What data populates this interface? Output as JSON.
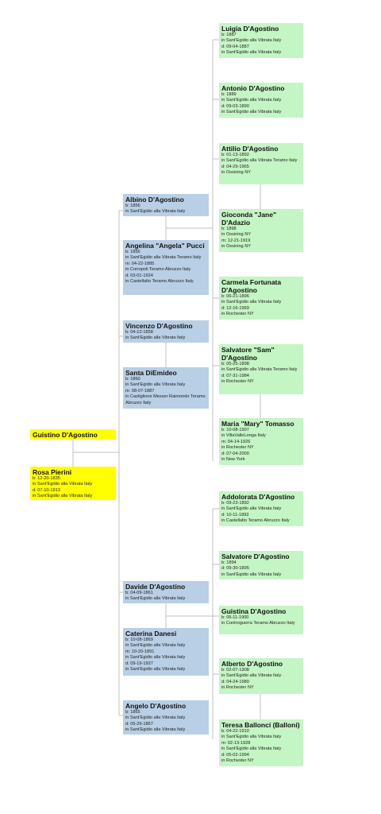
{
  "colors": {
    "root": "#ffff00",
    "children": "#b8cfe6",
    "grandchildren": "#c4f5c4",
    "lines": "#c0c0c0"
  },
  "root": {
    "father": {
      "name": "Guistino D'Agostino",
      "lines": []
    },
    "mother": {
      "name": "Rosa Pierini",
      "lines": [
        "b: 12-20-1835",
        "in Sant'Egidio alla Vibrata Italy",
        "d: 07-10-1913",
        "in Sant'Egidio alla Vibrata Italy"
      ]
    }
  },
  "children": [
    {
      "name": "Albino D'Agostino",
      "lines": [
        "b: 1856",
        "in Sant'Egidio alla Vibrata Italy"
      ]
    },
    {
      "name": "Angelina \"Angela\" Pucci",
      "lines": [
        "b: 1856",
        "in Sant'Egidio alla Vibrata Teramo Italy",
        "m: 04-22-1885",
        "in Corropoli Teramo Abruzzo Italy",
        "d: 03-01-1924",
        "in Castellalto Teramo Abruzzo Italy"
      ]
    },
    {
      "name": "Vincenzo D'Agostino",
      "lines": [
        "b: 04-12-1858",
        "in Sant'Egidio alla Vibrata Italy"
      ]
    },
    {
      "name": "Santa DiEmideo",
      "lines": [
        "b: 1860",
        "in Sant'Egidio alla Vibrata Italy",
        "m: 08-07-1887",
        "in Castiglione Messer Raimondo Teramo Abruzzo Italy"
      ]
    },
    {
      "name": "Davide D'Agostino",
      "lines": [
        "b: 04-09-1861",
        "in Sant'Egidio alla Vibrata Italy"
      ]
    },
    {
      "name": "Caterina Danesi",
      "lines": [
        "b: 10-08-1869",
        "in Sant'Egidio alla Vibrata Italy",
        "m: 10-20-1891",
        "in Sant'Egidio alla Vibrata Italy",
        "d: 09-19-1927",
        "in Sant'Egidio alla Vibrata Italy"
      ]
    },
    {
      "name": "Angelo D'Agostino",
      "lines": [
        "b: 1865",
        "in Sant'Egidio alla Vibrata Italy",
        "d: 05-29-1867",
        "in Sant'Egidio alla Vibrata Italy"
      ]
    }
  ],
  "grandchildren": [
    {
      "name": "Luigia D'Agostino",
      "lines": [
        "b: 1887",
        "in Sant'Egidio alla Vibrata Italy",
        "d: 09-04-1887",
        "in Sant'Egidio alla Vibrata Italy"
      ]
    },
    {
      "name": "Antonio D'Agostino",
      "lines": [
        "b: 1889",
        "in Sant'Egidio alla Vibrata Italy",
        "d: 09-03-1890",
        "in Sant'Egidio alla Vibrata Italy"
      ]
    },
    {
      "name": "Attilio D'Agostino",
      "lines": [
        "b: 01-13-1892",
        "in Sant'Egidio alla Vibrata Teramo Italy",
        "d: 04-29-1965",
        "in Ossining NY"
      ]
    },
    {
      "name": "Gioconda \"Jane\" D'Adazio",
      "lines": [
        "b: 1898",
        "in Ossining NY",
        "m: 12-21-1919",
        "in Ossining NY"
      ]
    },
    {
      "name": "Carmela Fortunata D'Agostino",
      "lines": [
        "b: 06-21-1896",
        "in Sant'Egidio alla Vibrata Italy",
        "d: 12-16-1969",
        "in Rochester NY"
      ]
    },
    {
      "name": "Salvatore \"Sam\" D'Agostino",
      "lines": [
        "b: 05-25-1898",
        "in Sant'Egidio alla Vibrata Teramo Italy",
        "d: 07-31-1984",
        "in Rochester NY"
      ]
    },
    {
      "name": "Maria \"Mary\" Tomasso",
      "lines": [
        "b: 10-08-1907",
        "in VillaValleLonga Italy",
        "m: 04-14-1926",
        "in Rochester NY",
        "d: 07-04-2000",
        "in New York"
      ]
    },
    {
      "name": "Addolorata D'Agostino",
      "lines": [
        "b: 09-23-1892",
        "in Sant'Egidio alla Vibrata Italy",
        "d: 10-11-1893",
        "in Castellalto Teramo Abruzzo Italy"
      ]
    },
    {
      "name": "Salvatore D'Agostino",
      "lines": [
        "b: 1894",
        "d: 09-30-1895",
        "in Sant'Egidio alla Vibrata Italy"
      ]
    },
    {
      "name": "Guistina D'Agostino",
      "lines": [
        "b: 06-11-1900",
        "in Controguerra Teramo Abruzzo Italy"
      ]
    },
    {
      "name": "Alberto D'Agostino",
      "lines": [
        "b: 02-07-1908",
        "in Sant'Egidio alla Vibrata Italy",
        "d: 04-24-1980",
        "in Rochester NY"
      ]
    },
    {
      "name": "Teresa Balloncí (Balloni)",
      "lines": [
        "b: 04-22-1910",
        "in Sant'Egidio alla Vibrata Italy",
        "m: 02-13-1928",
        "in Sant'Egidio alla Vibrata Italy",
        "d: 05-02-1994",
        "in Rochester NY"
      ]
    }
  ]
}
